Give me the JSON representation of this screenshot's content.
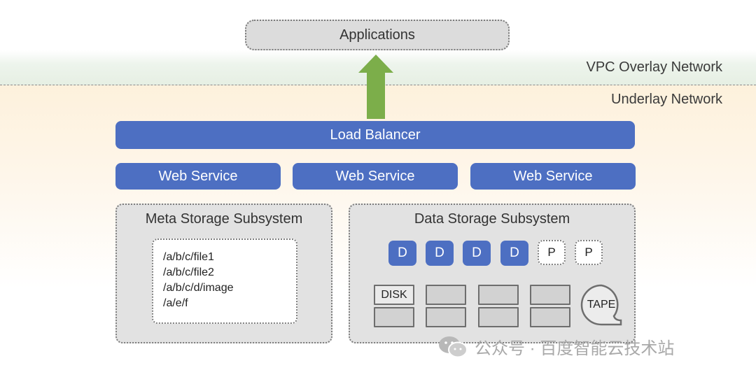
{
  "networks": {
    "vpc": "VPC Overlay Network",
    "underlay": "Underlay Network"
  },
  "applications": "Applications",
  "load_balancer": "Load Balancer",
  "web_services": [
    "Web Service",
    "Web Service",
    "Web Service"
  ],
  "meta_storage": {
    "title": "Meta Storage Subsystem",
    "paths": [
      "/a/b/c/file1",
      "/a/b/c/file2",
      "/a/b/c/d/image",
      "/a/e/f"
    ]
  },
  "data_storage": {
    "title": "Data Storage Subsystem",
    "data_nodes": [
      "D",
      "D",
      "D",
      "D"
    ],
    "parity_nodes": [
      "P",
      "P"
    ],
    "disk_label": "DISK",
    "tape_label": "TAPE"
  },
  "watermark": "公众号 · 百度智能云技术站",
  "colors": {
    "service_blue": "#4d6fc2",
    "arrow_green": "#7cae4a",
    "subsystem_gray": "#e2e2e2"
  },
  "icons": {
    "arrow": "up-arrow-icon",
    "tape": "tape-icon",
    "watermark": "wechat-icon"
  }
}
